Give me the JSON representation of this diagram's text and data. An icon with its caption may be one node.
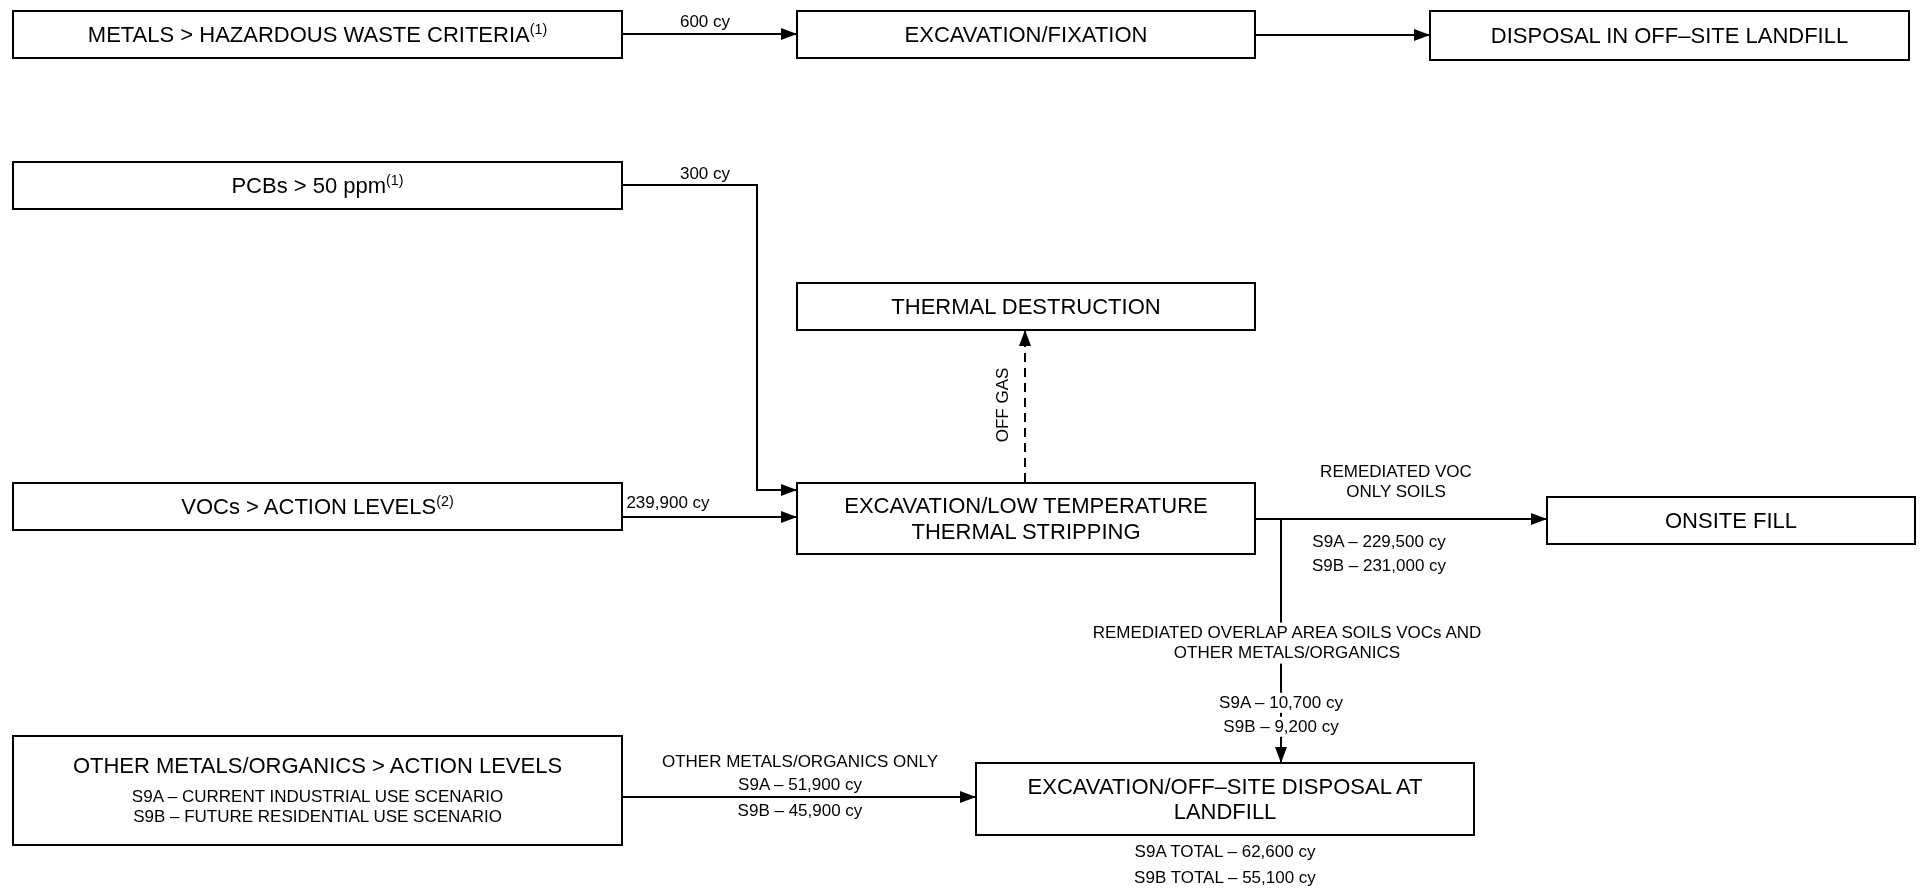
{
  "diagram": {
    "nodes": [
      {
        "text": [
          "METALS > HAZARDOUS WASTE CRITERIA$^{(1)}$"
        ]
      },
      {
        "text": [
          "EXCAVATION/FIXATION"
        ]
      },
      {
        "text": [
          "DISPOSAL IN OFF–SITE LANDFILL"
        ]
      },
      {
        "text": [
          "PCBs > 50 ppm$^{(1)}$"
        ]
      },
      {
        "text": [
          "THERMAL DESTRUCTION"
        ]
      },
      {
        "text": [
          "VOCs > ACTION LEVELS$^{(2)}$"
        ]
      },
      {
        "text": [
          "EXCAVATION/LOW TEMPERATURE THERMAL STRIPPING"
        ]
      },
      {
        "text": [
          "ONSITE FILL"
        ]
      },
      {
        "text": [
          "OTHER METALS/ORGANICS > ACTION LEVELS",
          "S9A – CURRENT INDUSTRIAL USE SCENARIO",
          "S9B – FUTURE RESIDENTIAL USE SCENARIO"
        ]
      },
      {
        "text": [
          "EXCAVATION/OFF–SITE DISPOSAL AT LANDFILL"
        ],
        "beside": [
          "S9A TOTAL – 62,600 cy",
          "S9B TOTAL – 55,100 cy"
        ]
      }
    ],
    "edges": [
      {
        "from": 0,
        "to": 1,
        "arrow": "to",
        "label": "600 cy"
      },
      {
        "from": 1,
        "to": 2,
        "arrow": "to"
      },
      {
        "from": 3,
        "to": 6,
        "arrow": "to",
        "label": "300 cy"
      },
      {
        "from": 6,
        "to": 4,
        "arrow": "to",
        "label": "OFF GAS",
        "style": "dashed"
      },
      {
        "from": 5,
        "to": 6,
        "arrow": "to",
        "label": "239,900 cy"
      },
      {
        "from": 6,
        "to": 7,
        "arrow": "to",
        "label": "REMEDIATED VOC ONLY SOILS"
      },
      {
        "from": 6,
        "to": 9,
        "arrow": "to",
        "label": "REMEDIATED OVERLAP AREA SOILS VOCs AND OTHER METALS/ORGANICS"
      },
      {
        "from": 8,
        "to": 9,
        "arrow": "to",
        "label": "OTHER METALS/ORGANICS ONLY"
      }
    ],
    "labels": [
      "S9A – 229,500 cy",
      "S9B – 231,000 cy",
      "S9A – 10,700 cy",
      "S9B – 9,200 cy",
      "S9A – 51,900 cy",
      "S9B – 45,900 cy"
    ]
  }
}
